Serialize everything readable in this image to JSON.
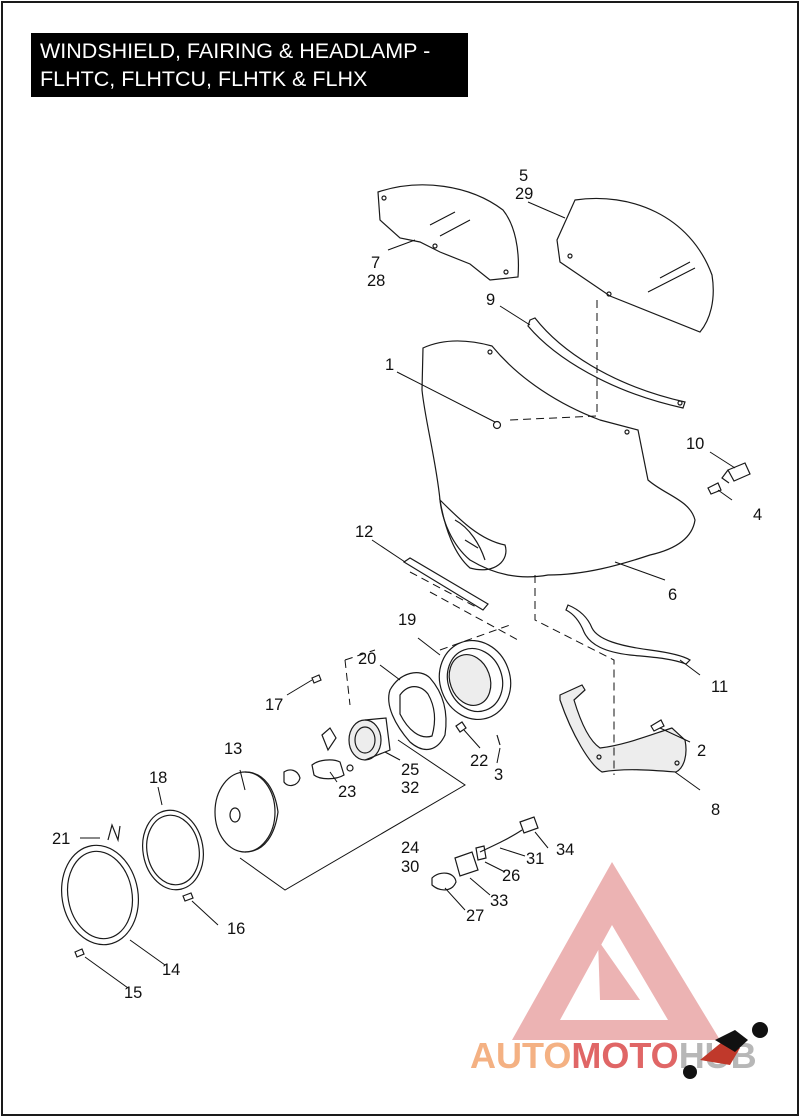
{
  "title": {
    "line1": "WINDSHIELD, FAIRING & HEADLAMP -",
    "line2": "FLHTC, FLHTCU, FLHTK & FLHX"
  },
  "callouts": {
    "c1": "1",
    "c2": "2",
    "c3": "3",
    "c4": "4",
    "c5": "5",
    "c6": "6",
    "c7": "7",
    "c8": "8",
    "c9": "9",
    "c10": "10",
    "c11": "11",
    "c12": "12",
    "c13": "13",
    "c14": "14",
    "c15": "15",
    "c16": "16",
    "c17": "17",
    "c18": "18",
    "c19": "19",
    "c20": "20",
    "c21": "21",
    "c22": "22",
    "c23": "23",
    "c24": "24",
    "c25": "25",
    "c26": "26",
    "c27": "27",
    "c28": "28",
    "c29": "29",
    "c30": "30",
    "c31": "31",
    "c32": "32",
    "c33": "33",
    "c34": "34"
  },
  "watermark": {
    "part1": "AUTO",
    "part2": "MOTO",
    "part3": "HUB",
    "color_orange": "#f4b183",
    "color_red": "#e06666",
    "color_gray": "#b7b7b7",
    "logo_icon": "triangle-logo-icon"
  }
}
